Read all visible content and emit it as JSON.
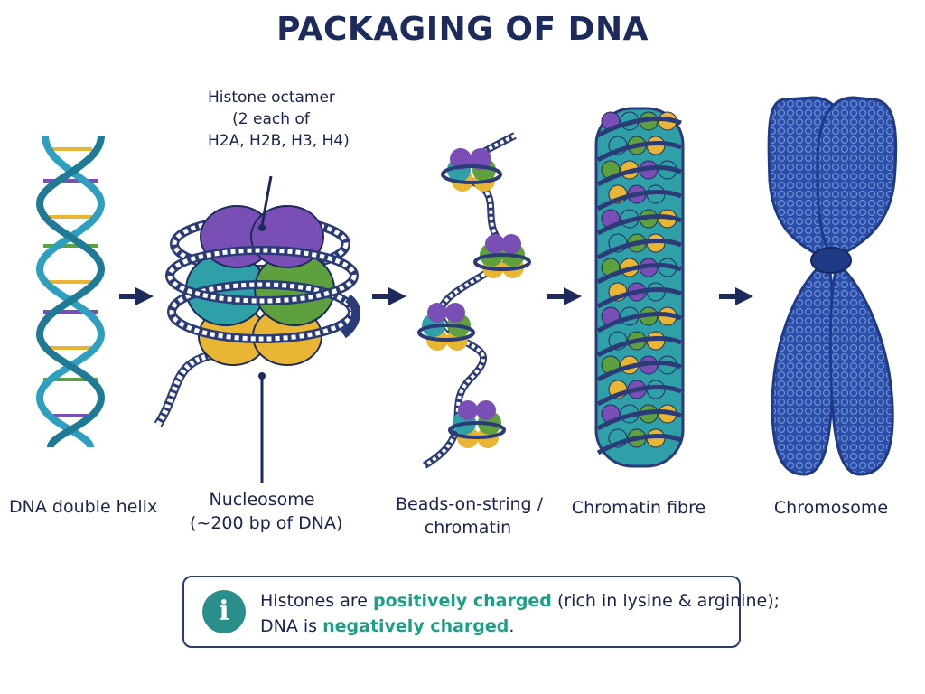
{
  "title": "PACKAGING OF DNA",
  "stages": [
    {
      "lines": [
        "DNA double helix"
      ]
    },
    {
      "lines": [
        "Nucleosome",
        "(~200 bp of DNA)"
      ]
    },
    {
      "lines": [
        "Beads-on-string /",
        "chromatin"
      ]
    },
    {
      "lines": [
        "Chromatin fibre"
      ]
    },
    {
      "lines": [
        "Chromosome"
      ]
    }
  ],
  "histone_callout": {
    "lines": [
      "Histone octamer",
      "(2 each of",
      "H2A, H2B, H3, H4)"
    ]
  },
  "info": {
    "icon": "info-icon",
    "line1_a": "Histones are ",
    "line1_hl": "positively charged",
    "line1_b": " (rich in lysine & arginine);",
    "line2_a": "DNA is ",
    "line2_hl": "negatively charged",
    "line2_b": "."
  },
  "colors": {
    "helix": "#2f9fbf",
    "purple": "#7a4fb5",
    "teal": "#2f9fa8",
    "green": "#5e9f3e",
    "yellow": "#e8b534",
    "navy": "#1c2a5c",
    "chromosome": "#2b4fa8"
  }
}
